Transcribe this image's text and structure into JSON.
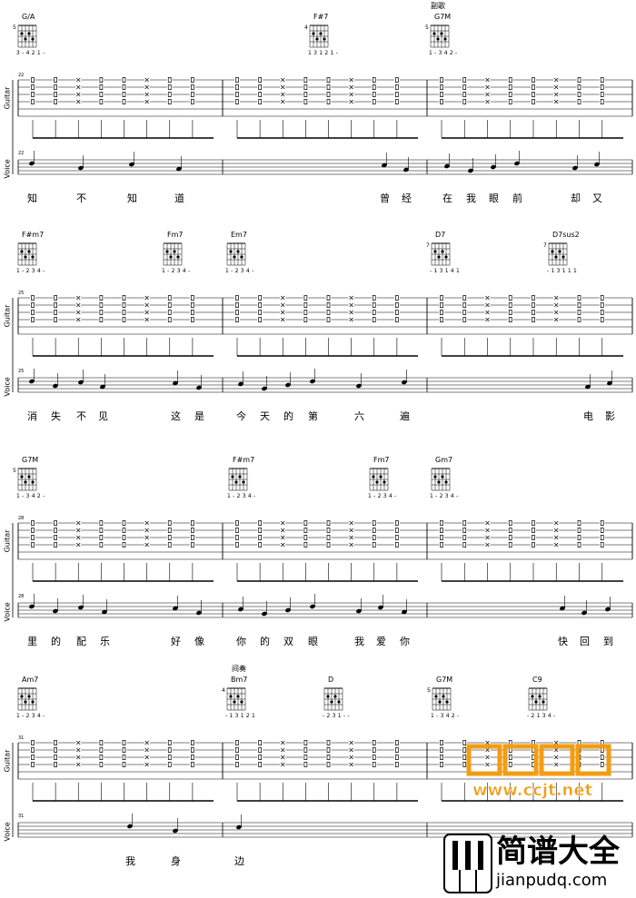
{
  "systems": [
    {
      "bar_start": "22",
      "chords": [
        {
          "name": "G/A",
          "fingers": "3 - 4 2 1 -",
          "fret": "5"
        },
        {
          "name": "F#7",
          "fingers": "1 3 1 2 1 -",
          "fret": "4"
        },
        {
          "name": "G7M",
          "fingers": "1 - 3 4 2 -",
          "fret": "5"
        }
      ],
      "section_labels": [
        "副歌"
      ],
      "lyrics": [
        "知",
        "不",
        "知",
        "道",
        "曾",
        "经",
        "在",
        "我",
        "眼",
        "前",
        "却",
        "又"
      ]
    },
    {
      "bar_start": "25",
      "chords": [
        {
          "name": "F#m7",
          "fingers": "1 - 2 3 4 -",
          "fret": ""
        },
        {
          "name": "Fm7",
          "fingers": "1 - 2 3 4 -",
          "fret": ""
        },
        {
          "name": "Em7",
          "fingers": "1 - 2 3 4 -",
          "fret": ""
        },
        {
          "name": "D7",
          "fingers": "- 1 3 1 4 1",
          "fret": "7"
        },
        {
          "name": "D7sus2",
          "fingers": "- 1 3 1 1 1",
          "fret": "7"
        }
      ],
      "section_labels": [],
      "lyrics": [
        "消",
        "失",
        "不",
        "见",
        "这",
        "是",
        "今",
        "天",
        "的",
        "第",
        "六",
        "遍",
        "电",
        "影"
      ]
    },
    {
      "bar_start": "28",
      "chords": [
        {
          "name": "G7M",
          "fingers": "1 - 3 4 2 -",
          "fret": "5"
        },
        {
          "name": "F#m7",
          "fingers": "1 - 2 3 4 -",
          "fret": ""
        },
        {
          "name": "Fm7",
          "fingers": "1 - 2 3 4 -",
          "fret": ""
        },
        {
          "name": "Gm7",
          "fingers": "1 - 2 3 4 -",
          "fret": ""
        }
      ],
      "section_labels": [],
      "lyrics": [
        "里",
        "的",
        "配",
        "乐",
        "好",
        "像",
        "你",
        "的",
        "双",
        "眼",
        "我",
        "爱",
        "你",
        "快",
        "回",
        "到"
      ]
    },
    {
      "bar_start": "31",
      "chords": [
        {
          "name": "Am7",
          "fingers": "1 - 2 3 4 -",
          "fret": ""
        },
        {
          "name": "Bm7",
          "fingers": "- 1 3 1 2 1",
          "fret": "4"
        },
        {
          "name": "D",
          "fingers": "- 2 3 1 - -",
          "fret": ""
        },
        {
          "name": "G7M",
          "fingers": "1 - 3 4 2 -",
          "fret": "5"
        },
        {
          "name": "C9",
          "fingers": "- 2 1 3 4 -",
          "fret": ""
        }
      ],
      "section_labels": [
        "间奏"
      ],
      "lyrics": [
        "我",
        "身",
        "边"
      ]
    }
  ],
  "labels": {
    "guitar": "Guitar",
    "voice": "Voice"
  },
  "logo": {
    "title": "简谱大全",
    "url": "jianpudq.com"
  },
  "watermark": {
    "url": "www.ccjt.net"
  }
}
